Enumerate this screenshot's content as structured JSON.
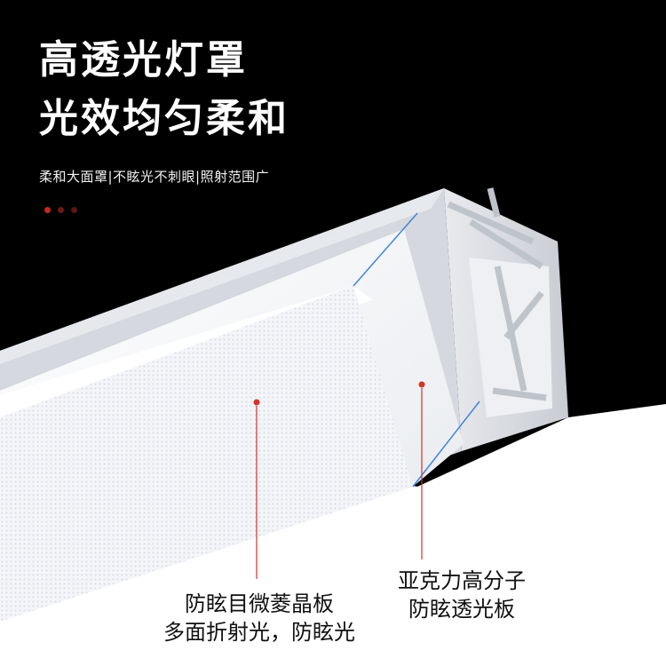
{
  "headline": {
    "line1": "高透光灯罩",
    "line2": "光效均匀柔和"
  },
  "subheadline": "柔和大面罩|不眩光不刺眼|照射范围广",
  "indicator_dots": [
    "#c8281e",
    "#6b1a16",
    "#5a1714"
  ],
  "callouts": {
    "left": {
      "line1": "防眩目微菱晶板",
      "line2": "多面折射光，防眩光"
    },
    "right": {
      "line1": "亚克力高分子",
      "line2": "防眩透光板"
    }
  },
  "colors": {
    "background": "#000000",
    "accent": "#d0342c",
    "leader_blue": "#3f86d8"
  }
}
